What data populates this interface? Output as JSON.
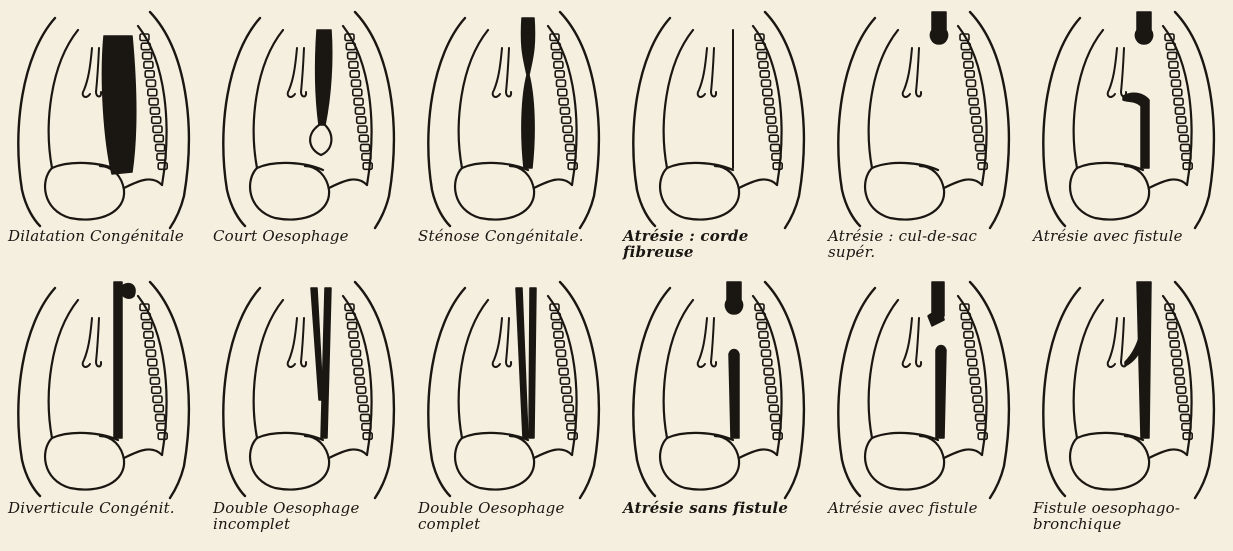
{
  "plate": {
    "ink_color": "#1a1612",
    "paper_color": "#f4efdf"
  },
  "panels": [
    {
      "caption": "Dilatation Congénitale",
      "variant": "dilatation"
    },
    {
      "caption": "Court Oesophage",
      "variant": "court"
    },
    {
      "caption": "Sténose Congénitale.",
      "variant": "stenose"
    },
    {
      "caption": "Atrésie : corde fibreuse",
      "variant": "corde"
    },
    {
      "caption": "Atrésie : cul-de-sac supér.",
      "variant": "culdesac"
    },
    {
      "caption": "Atrésie avec fistule",
      "variant": "atresie_fistule_1"
    },
    {
      "caption": "Diverticule Congénit.",
      "variant": "diverticule"
    },
    {
      "caption": "Double Oesophage\nincomplet",
      "variant": "double_incomplet"
    },
    {
      "caption": "Double Oesophage\ncomplet",
      "variant": "double_complet"
    },
    {
      "caption": "Atrésie sans fistule",
      "variant": "sans_fistule"
    },
    {
      "caption": "Atrésie avec fistule",
      "variant": "atresie_fistule_2"
    },
    {
      "caption": "Fistule oesophago-\nbronchique",
      "variant": "bronchique"
    }
  ]
}
